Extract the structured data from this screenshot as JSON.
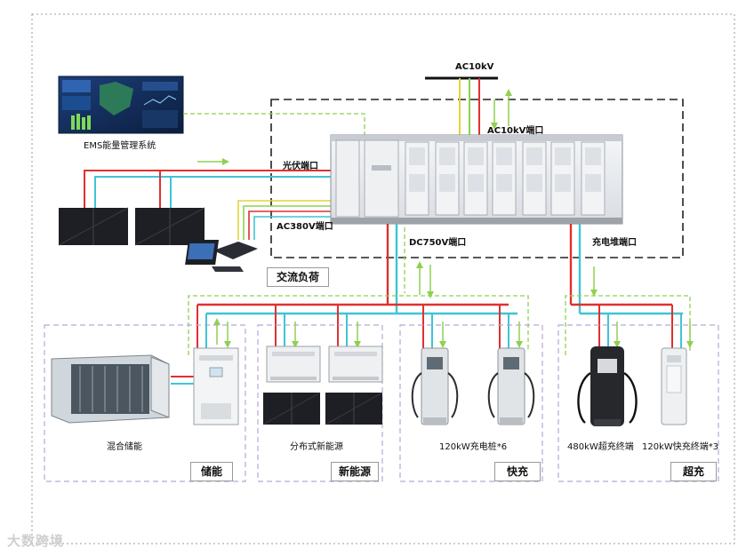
{
  "grid": {
    "top_label": "AC10kV",
    "port_label": "AC10kV端口"
  },
  "ems": {
    "label": "EMS能量管理系统"
  },
  "ports": {
    "pv": "光伏端口",
    "ac380": "AC380V端口",
    "dc750": "DC750V端口",
    "charging": "充电堆端口"
  },
  "loads": {
    "ac_load": "交流负荷"
  },
  "sections": [
    {
      "id": "storage",
      "tag": "储能",
      "caption": "混合储能"
    },
    {
      "id": "new-energy",
      "tag": "新能源",
      "caption": "分布式新能源"
    },
    {
      "id": "fast",
      "tag": "快充",
      "caption": "120kW充电桩*6"
    },
    {
      "id": "super",
      "tag": "超充",
      "caption_a": "480kW超充终端",
      "caption_b": "120kW快充终端*3"
    }
  ],
  "watermark": "大数跨境",
  "colors": {
    "red": "#e03030",
    "cyan": "#3fc4d6",
    "green": "#8fd14f",
    "yellow": "#e6d23a",
    "dash": "#b8a8d8"
  }
}
